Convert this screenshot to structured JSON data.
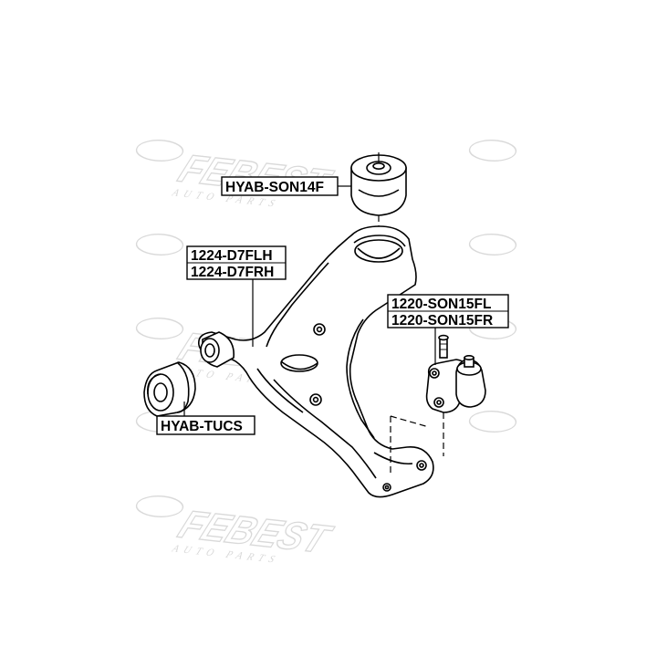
{
  "watermark": {
    "brand": "FEBEST",
    "tagline": "AUTO PARTS"
  },
  "parts": {
    "top_bushing": "HYAB-SON14F",
    "arm_left": "1224-D7FLH",
    "arm_right": "1224-D7FRH",
    "ball_joint_left": "1220-SON15FL",
    "ball_joint_right": "1220-SON15FR",
    "front_bushing": "HYAB-TUCS"
  },
  "colors": {
    "line": "#000000",
    "watermark": "#d9d9d9"
  }
}
